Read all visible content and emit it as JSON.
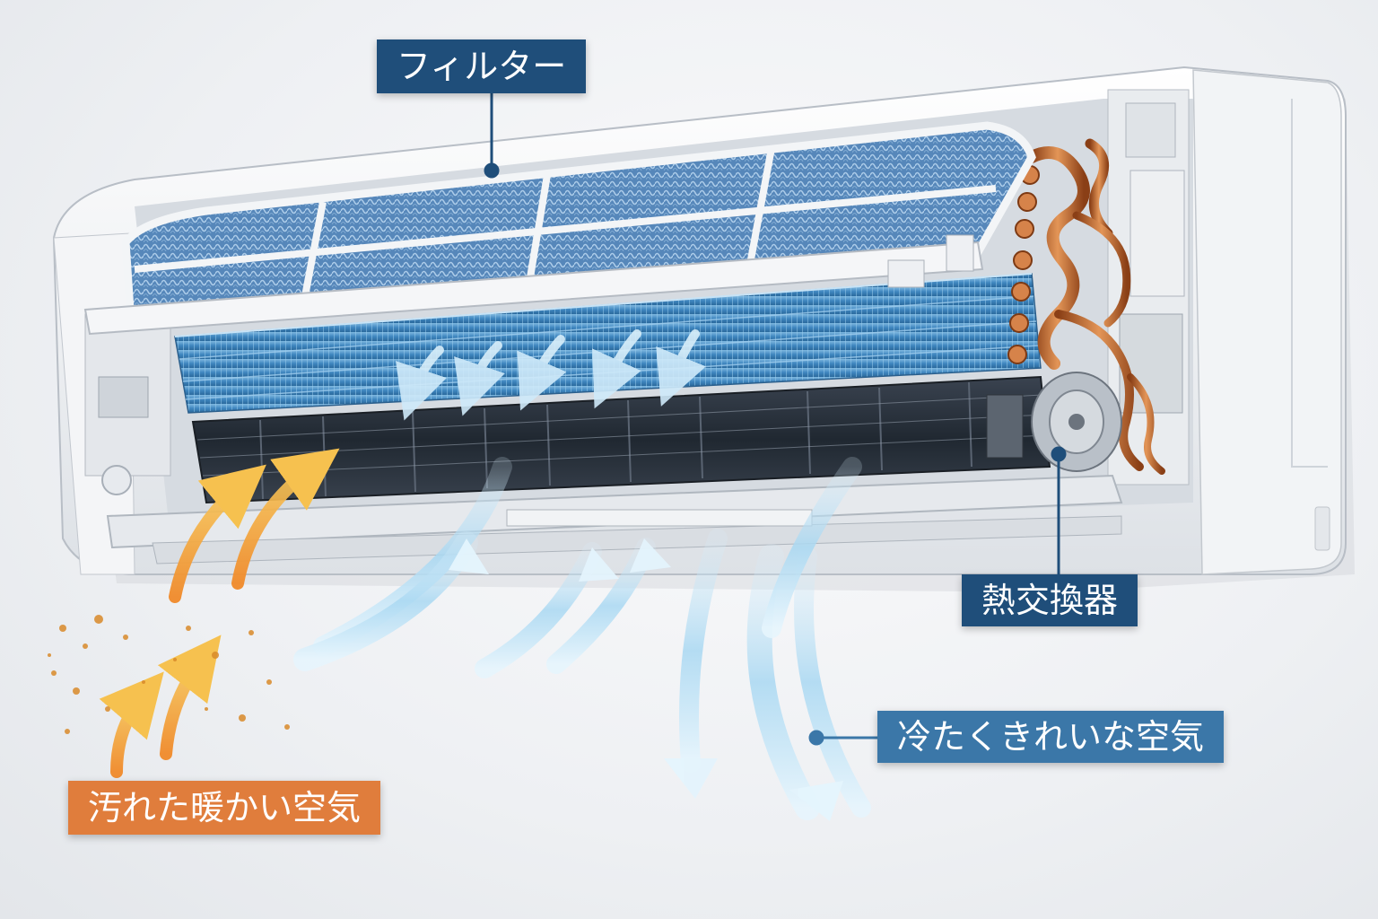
{
  "labels": {
    "filter": "フィルター",
    "heat_exchanger": "熱交換器",
    "cool_clean_air": "冷たくきれいな空気",
    "dirty_warm_air": "汚れた暖かい空気"
  },
  "colors": {
    "navy_label": "#1f4e7a",
    "blue_label": "#3b77a8",
    "orange_label": "#e07d3c",
    "cool_air": "#a9d8f2",
    "warm_air": "#f2a23a",
    "copper": "#c96a2e",
    "filter_mesh": "#5f8fc0",
    "coil": "#4a8fc4"
  }
}
